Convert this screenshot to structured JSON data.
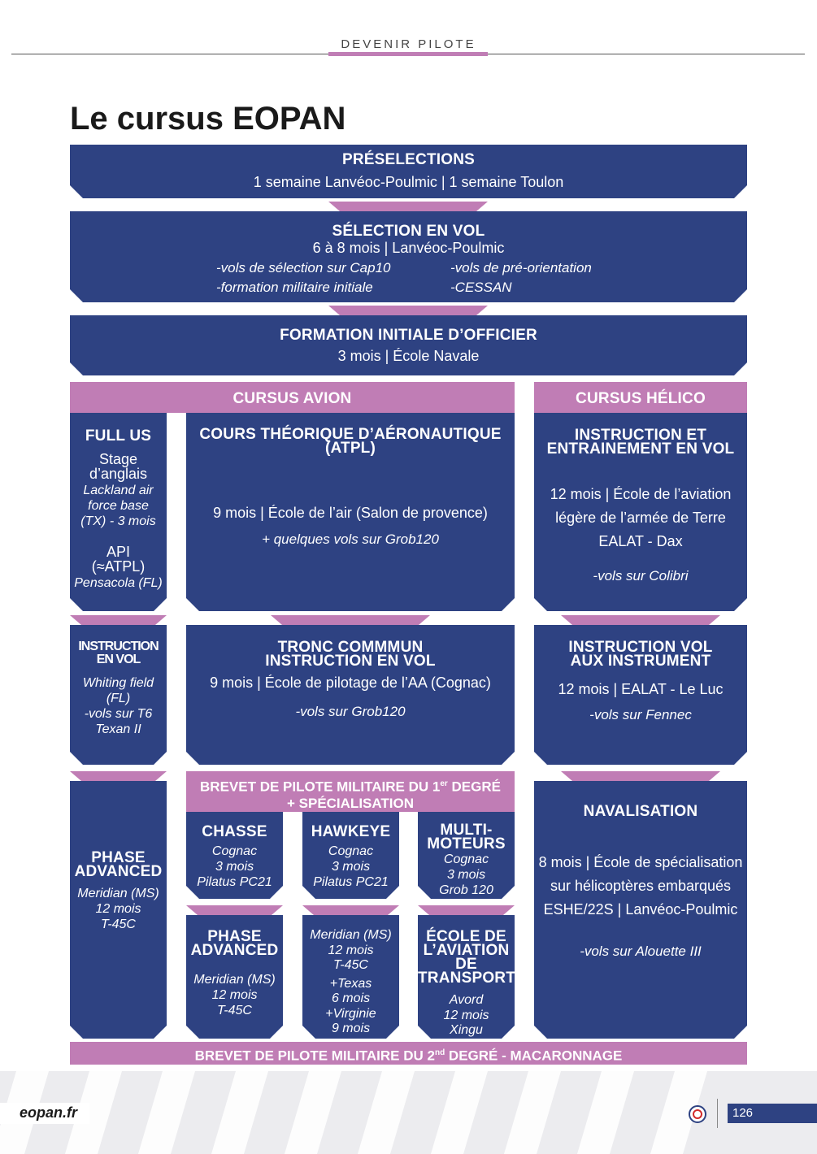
{
  "header": {
    "section": "DEVENIR PILOTE"
  },
  "page_title": "Le cursus EOPAN",
  "preselections": {
    "title": "PRÉSELECTIONS",
    "subtitle": "1 semaine Lanvéoc-Poulmic | 1 semaine Toulon"
  },
  "selection": {
    "title": "SÉLECTION EN VOL",
    "subtitle": "6 à 8 mois | Lanvéoc-Poulmic",
    "items_left": [
      "-vols de sélection sur Cap10",
      "-formation militaire initiale"
    ],
    "items_right": [
      "-vols de pré-orientation",
      "-CESSAN"
    ]
  },
  "formation": {
    "title": "FORMATION INITIALE D’OFFICIER",
    "subtitle": "3 mois | École Navale"
  },
  "cursus_avion": {
    "label": "CURSUS AVION",
    "full_us": {
      "title": "FULL US",
      "line1": "Stage",
      "line2": "d’anglais",
      "it1": "Lackland air",
      "it2": "force base",
      "it3": "(TX) - 3 mois",
      "api1": "API",
      "api2": "(≈ATPL)",
      "api3": "Pensacola (FL)"
    },
    "atpl": {
      "title1": "COURS THÉORIQUE D’AÉRONAUTIQUE",
      "title2": "(ATPL)",
      "body": "9 mois | École de l’air (Salon de provence)",
      "note": "+ quelques vols sur Grob120"
    },
    "instruction_us": {
      "title1": "INSTRUCTION",
      "title2": "EN VOL",
      "it1": "Whiting field",
      "it2": "(FL)",
      "it3": "-vols sur T6",
      "it4": "Texan II"
    },
    "tronc": {
      "title1": "TRONC COMMMUN",
      "title2": "INSTRUCTION EN VOL",
      "body": "9 mois | École de pilotage de l’AA (Cognac)",
      "note": "-vols sur Grob120"
    },
    "phase_us": {
      "title1": "PHASE",
      "title2": "ADVANCED",
      "it1": "Meridian (MS)",
      "it2": "12 mois",
      "it3": "T-45C"
    },
    "brevet1": {
      "line1_pre": "BREVET DE PILOTE MILITAIRE DU 1",
      "line1_sup": "er",
      "line1_post": " DEGRÉ",
      "line2": "+ SPÉCIALISATION"
    },
    "chasse": {
      "title": "CHASSE",
      "it1": "Cognac",
      "it2": "3 mois",
      "it3": "Pilatus PC21"
    },
    "hawkeye": {
      "title": "HAWKEYE",
      "it1": "Cognac",
      "it2": "3 mois",
      "it3": "Pilatus PC21"
    },
    "multi": {
      "title1": "MULTI-",
      "title2": "MOTEURS",
      "it1": "Cognac",
      "it2": "3 mois",
      "it3": "Grob 120"
    },
    "phase_fr": {
      "title1": "PHASE",
      "title2": "ADVANCED",
      "it1": "Meridian (MS)",
      "it2": "12 mois",
      "it3": "T-45C"
    },
    "hawkeye2": {
      "it1": "Meridian (MS)",
      "it2": "12 mois",
      "it3": "T-45C",
      "it4": "+Texas",
      "it5": "6 mois",
      "it6": "+Virginie",
      "it7": "9 mois"
    },
    "transport": {
      "title1": "ÉCOLE DE",
      "title2": "L’AVIATION",
      "title3": "DE",
      "title4": "TRANSPORT",
      "it1": "Avord",
      "it2": "12 mois",
      "it3": "Xingu"
    }
  },
  "cursus_helico": {
    "label": "CURSUS HÉLICO",
    "instruction": {
      "title1": "INSTRUCTION ET",
      "title2": "ENTRAINEMENT EN VOL",
      "body1": "12 mois | École de l’aviation",
      "body2": "légère de l’armée de Terre",
      "body3": "EALAT - Dax",
      "note": "-vols sur Colibri"
    },
    "instrument": {
      "title1": "INSTRUCTION VOL",
      "title2": "AUX INSTRUMENT",
      "body": "12 mois | EALAT - Le Luc",
      "note": "-vols sur Fennec"
    },
    "navalisation": {
      "title": "NAVALISATION",
      "body1": "8 mois | École de spécialisation",
      "body2": "sur hélicoptères embarqués",
      "body3": "ESHE/22S | Lanvéoc-Poulmic",
      "note": "-vols sur Alouette III"
    }
  },
  "brevet2": {
    "pre": "BREVET DE PILOTE MILITAIRE DU 2",
    "sup": "nd",
    "post": " DEGRÉ - MACARONNAGE"
  },
  "footer": {
    "site": "eopan.fr",
    "page_number": "126"
  },
  "colors": {
    "navy": "#2e4282",
    "pink": "#c07db5"
  }
}
